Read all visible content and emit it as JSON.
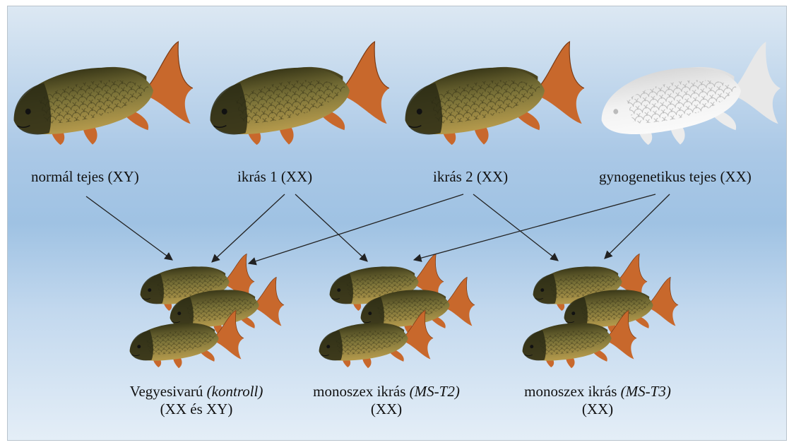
{
  "parents": [
    {
      "id": "normal-male",
      "label": "normál tejes (XY)",
      "style": "color"
    },
    {
      "id": "female-1",
      "label": "ikrás 1 (XX)",
      "style": "color"
    },
    {
      "id": "female-2",
      "label": "ikrás 2 (XX)",
      "style": "color"
    },
    {
      "id": "gyno-male",
      "label": "gynogenetikus tejes (XX)",
      "style": "white"
    }
  ],
  "offspring": [
    {
      "id": "control",
      "name": "Vegyesivarú",
      "tag": "(kontroll)",
      "genotype": "(XX és XY)"
    },
    {
      "id": "ms-t2",
      "name": "monoszex ikrás",
      "tag": "(MS-T2)",
      "genotype": "(XX)"
    },
    {
      "id": "ms-t3",
      "name": "monoszex ikrás",
      "tag": "(MS-T3)",
      "genotype": "(XX)"
    }
  ],
  "crosses": [
    {
      "from": "normal-male",
      "to": "control"
    },
    {
      "from": "female-1",
      "to": "control"
    },
    {
      "from": "female-1",
      "to": "ms-t3"
    },
    {
      "from": "female-2",
      "to": "control"
    },
    {
      "from": "female-2",
      "to": "ms-t3"
    },
    {
      "from": "gyno-male",
      "to": "ms-t2"
    },
    {
      "from": "gyno-male",
      "to": "ms-t3"
    }
  ],
  "colors": {
    "fish_body": "#5f5a2c",
    "fish_fin": "#c8682c",
    "fish_white": "#eeeeee",
    "arrow": "#222222"
  }
}
